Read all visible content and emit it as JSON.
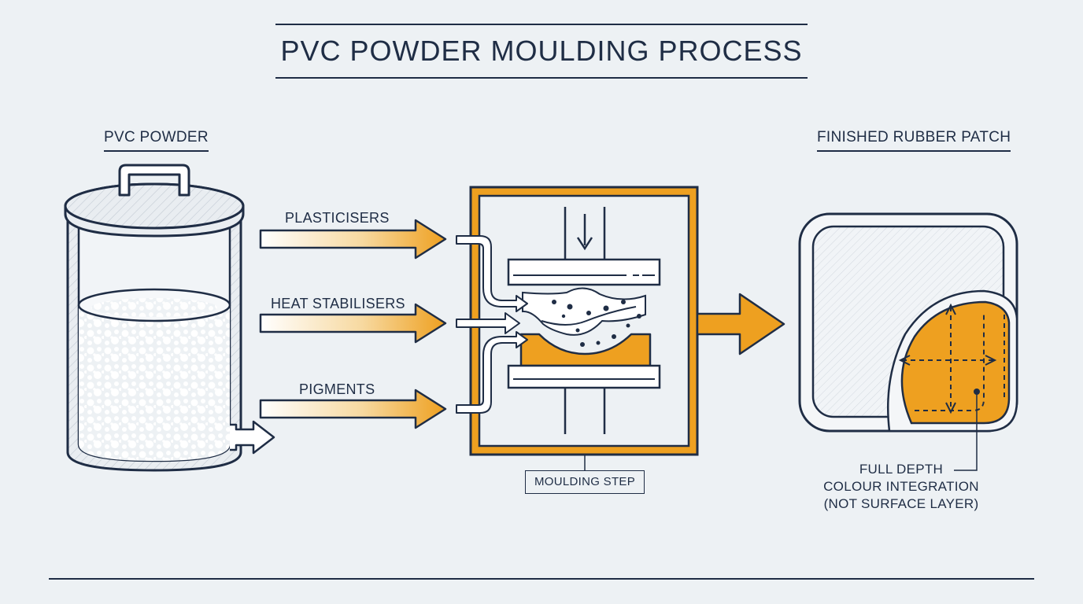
{
  "title": "PVC POWDER MOULDING PROCESS",
  "labels": {
    "input": "PVC POWDER",
    "output": "FINISHED RUBBER PATCH",
    "step": "MOULDING STEP"
  },
  "additives": [
    "PLASTICISERS",
    "HEAT STABILISERS",
    "PIGMENTS"
  ],
  "note_lines": [
    "FULL DEPTH",
    "COLOUR INTEGRATION",
    "(NOT SURFACE LAYER)"
  ],
  "colors": {
    "ink": "#1f2d45",
    "accent": "#eea020",
    "background": "#edf1f4",
    "panel": "#ffffff"
  }
}
